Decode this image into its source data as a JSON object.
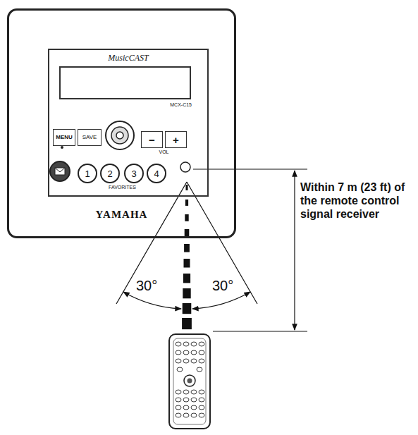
{
  "diagram": {
    "nodes": [
      {
        "text": [
          "YAMAHA"
        ]
      },
      {
        "text": [
          "MusicCAST",
          "MCX-C15",
          "VOL",
          "FAVORITES"
        ],
        "in": 0
      },
      {
        "text": [
          "MENU"
        ],
        "in": 1
      },
      {
        "text": [
          "SAVE"
        ],
        "in": 1
      },
      {
        "text": [
          "−"
        ],
        "in": 1
      },
      {
        "text": [
          "+"
        ],
        "in": 1
      },
      {
        "text": [
          "1"
        ],
        "in": 1
      },
      {
        "text": [
          "2"
        ],
        "in": 1
      },
      {
        "text": [
          "3"
        ],
        "in": 1
      },
      {
        "text": [
          "4"
        ],
        "in": 1
      }
    ],
    "edges": [],
    "labels": [
      "30°",
      "30°",
      "Within 7 m (23 ft) of the remote control signal receiver"
    ]
  }
}
